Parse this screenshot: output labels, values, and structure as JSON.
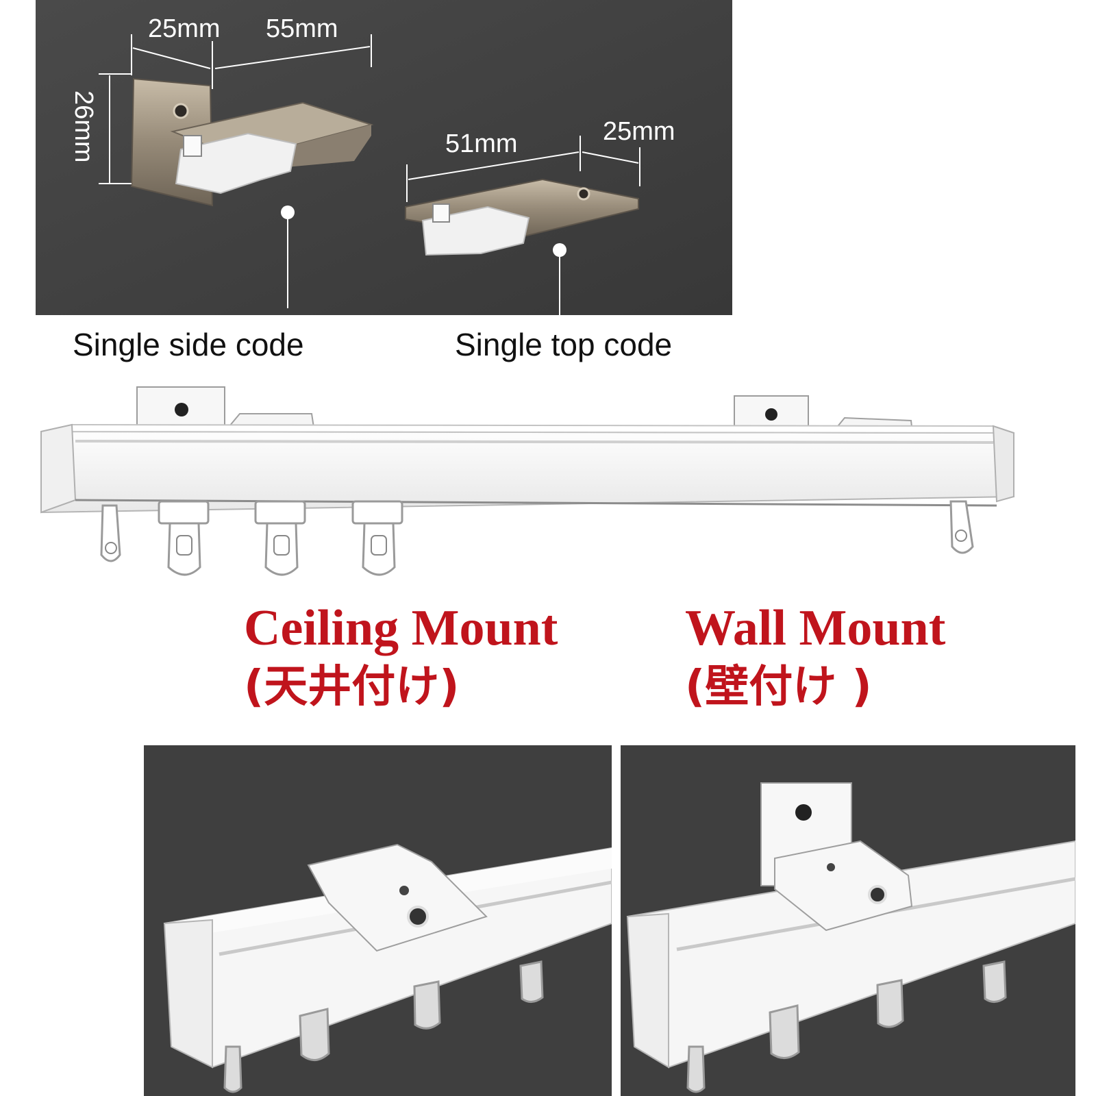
{
  "top_panel": {
    "side_dim_width": "25mm",
    "side_dim_length": "55mm",
    "side_dim_height": "26mm",
    "top_dim_length": "51mm",
    "top_dim_width": "25mm"
  },
  "captions": {
    "single_side": "Single side code",
    "single_top": "Single top code"
  },
  "labels": {
    "ceiling_en": "Ceiling Mount",
    "ceiling_jp": "(天井付け)",
    "wall_en": "Wall Mount",
    "wall_jp": "(壁付け )"
  },
  "colors": {
    "label_red": "#c0141c",
    "panel_dark": "#3f3f3f",
    "bracket_metal": "#9a8e7c",
    "rail_white": "#f4f4f4"
  }
}
